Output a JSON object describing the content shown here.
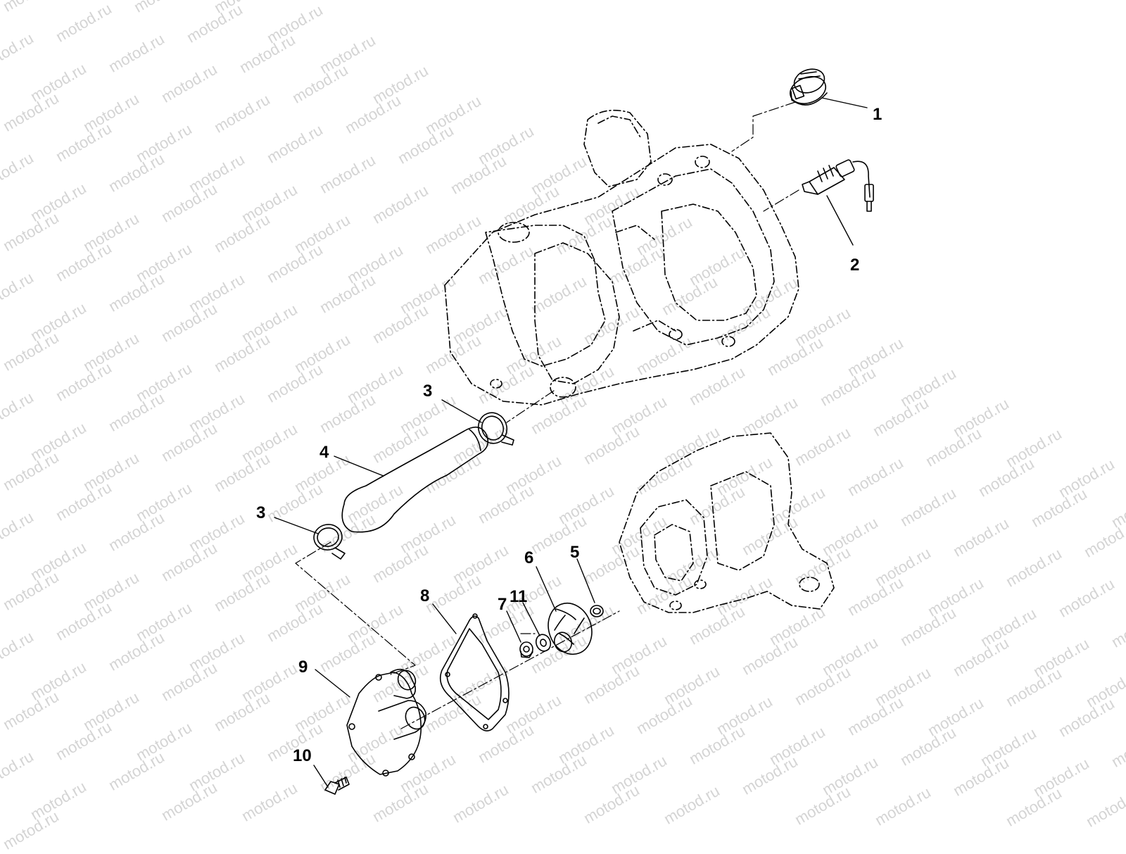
{
  "watermark": "motod.ru",
  "callouts": [
    {
      "id": "c1",
      "text": "1"
    },
    {
      "id": "c2",
      "text": "2"
    },
    {
      "id": "c3a",
      "text": "3"
    },
    {
      "id": "c3b",
      "text": "3"
    },
    {
      "id": "c4",
      "text": "4"
    },
    {
      "id": "c5",
      "text": "5"
    },
    {
      "id": "c6",
      "text": "6"
    },
    {
      "id": "c7",
      "text": "7"
    },
    {
      "id": "c8",
      "text": "8"
    },
    {
      "id": "c9",
      "text": "9"
    },
    {
      "id": "c10",
      "text": "10"
    },
    {
      "id": "c11",
      "text": "11"
    }
  ],
  "parts": [
    {
      "id": "p1",
      "name": "thermostat-cap-part",
      "callout": "1"
    },
    {
      "id": "p2",
      "name": "temperature-sensor-part",
      "callout": "2"
    },
    {
      "id": "p3a",
      "name": "hose-clamp-upper-part",
      "callout": "3"
    },
    {
      "id": "p3b",
      "name": "hose-clamp-lower-part",
      "callout": "3"
    },
    {
      "id": "p4",
      "name": "coolant-hose-part",
      "callout": "4"
    },
    {
      "id": "p5",
      "name": "seal-part",
      "callout": "5"
    },
    {
      "id": "p6",
      "name": "impeller-part",
      "callout": "6"
    },
    {
      "id": "p7",
      "name": "nut-part",
      "callout": "7"
    },
    {
      "id": "p8",
      "name": "gasket-part",
      "callout": "8"
    },
    {
      "id": "p9",
      "name": "pump-cover-part",
      "callout": "9"
    },
    {
      "id": "p10",
      "name": "bolt-part",
      "callout": "10"
    },
    {
      "id": "p11",
      "name": "washer-part",
      "callout": "11"
    }
  ]
}
